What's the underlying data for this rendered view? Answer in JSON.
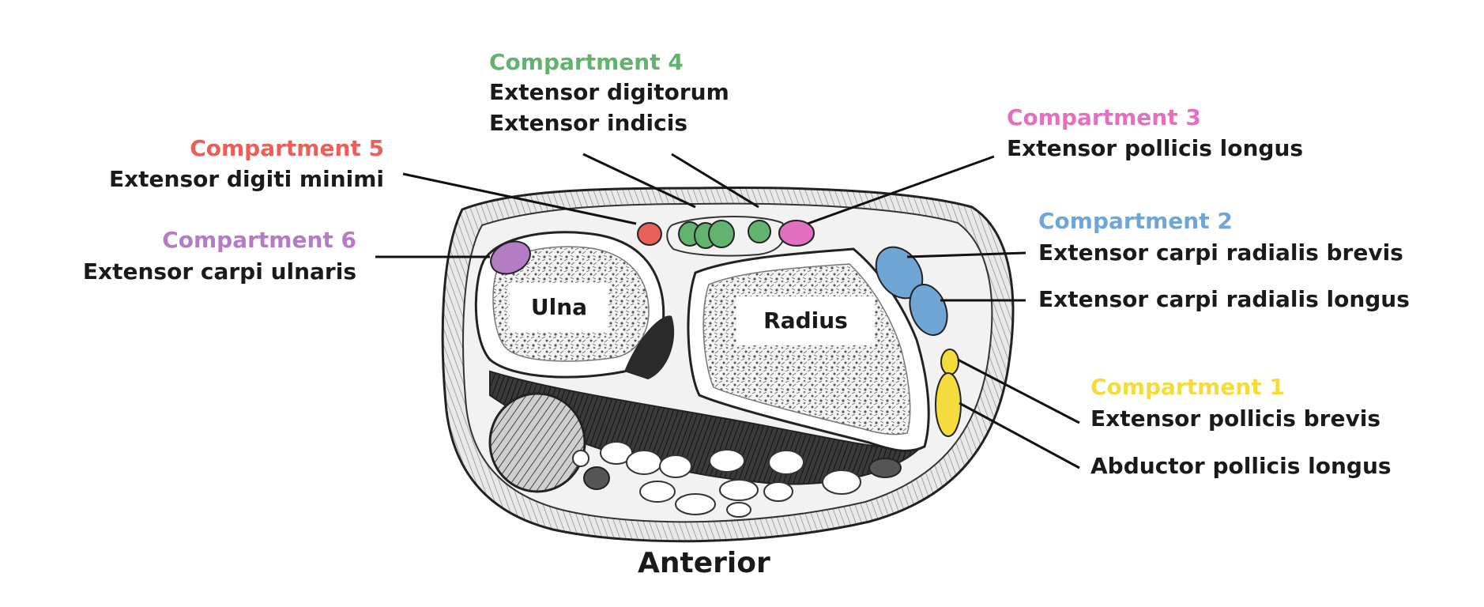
{
  "colors": {
    "compartment_1": "#f3dc3c",
    "compartment_2": "#6fa6d6",
    "compartment_3": "#e36fc0",
    "compartment_4": "#62b36f",
    "compartment_5": "#e9605a",
    "compartment_6": "#b57cc6",
    "text": "#1a1a1a"
  },
  "compartments": [
    {
      "id": "c4",
      "title": "Compartment 4",
      "muscles": [
        "Extensor digitorum",
        "Extensor indicis"
      ]
    },
    {
      "id": "c3",
      "title": "Compartment 3",
      "muscles": [
        "Extensor pollicis longus"
      ]
    },
    {
      "id": "c5",
      "title": "Compartment 5",
      "muscles": [
        "Extensor digiti minimi"
      ]
    },
    {
      "id": "c2",
      "title": "Compartment 2",
      "muscles": [
        "Extensor carpi radialis brevis",
        "Extensor carpi radialis longus"
      ]
    },
    {
      "id": "c6",
      "title": "Compartment 6",
      "muscles": [
        "Extensor carpi ulnaris"
      ]
    },
    {
      "id": "c1",
      "title": "Compartment 1",
      "muscles": [
        "Extensor pollicis brevis",
        "Abductor pollicis longus"
      ]
    }
  ],
  "bones": {
    "ulna": "Ulna",
    "radius": "Radius"
  },
  "orientation_label": "Anterior"
}
